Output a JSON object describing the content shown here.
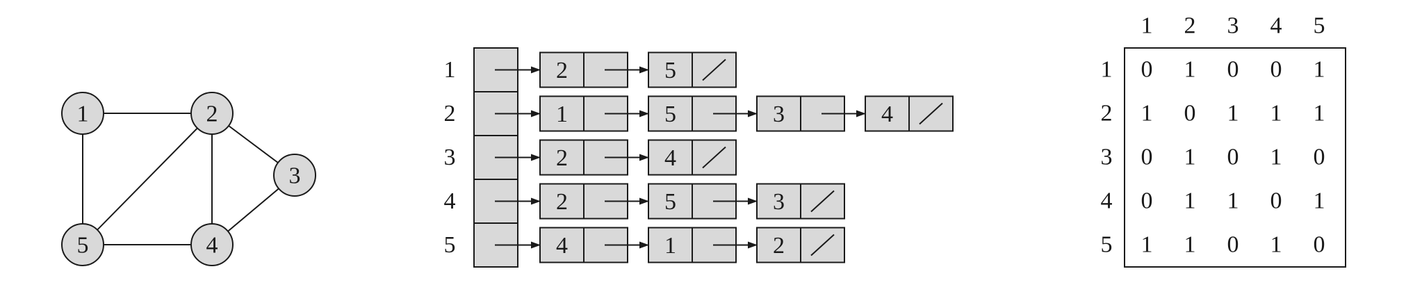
{
  "colors": {
    "node_fill": "#d9d9d9",
    "stroke": "#1a1a1a",
    "background": "#ffffff"
  },
  "graph": {
    "vertices": [
      "1",
      "2",
      "3",
      "4",
      "5"
    ],
    "edges": [
      [
        "1",
        "2"
      ],
      [
        "1",
        "5"
      ],
      [
        "2",
        "5"
      ],
      [
        "2",
        "4"
      ],
      [
        "2",
        "3"
      ],
      [
        "3",
        "4"
      ],
      [
        "4",
        "5"
      ]
    ]
  },
  "adjacency_list": {
    "rows": [
      {
        "label": "1",
        "items": [
          "2",
          "5"
        ]
      },
      {
        "label": "2",
        "items": [
          "1",
          "5",
          "3",
          "4"
        ]
      },
      {
        "label": "3",
        "items": [
          "2",
          "4"
        ]
      },
      {
        "label": "4",
        "items": [
          "2",
          "5",
          "3"
        ]
      },
      {
        "label": "5",
        "items": [
          "4",
          "1",
          "2"
        ]
      }
    ]
  },
  "adjacency_matrix": {
    "col_labels": [
      "1",
      "2",
      "3",
      "4",
      "5"
    ],
    "row_labels": [
      "1",
      "2",
      "3",
      "4",
      "5"
    ],
    "values": [
      [
        "0",
        "1",
        "0",
        "0",
        "1"
      ],
      [
        "1",
        "0",
        "1",
        "1",
        "1"
      ],
      [
        "0",
        "1",
        "0",
        "1",
        "0"
      ],
      [
        "0",
        "1",
        "1",
        "0",
        "1"
      ],
      [
        "1",
        "1",
        "0",
        "1",
        "0"
      ]
    ]
  }
}
